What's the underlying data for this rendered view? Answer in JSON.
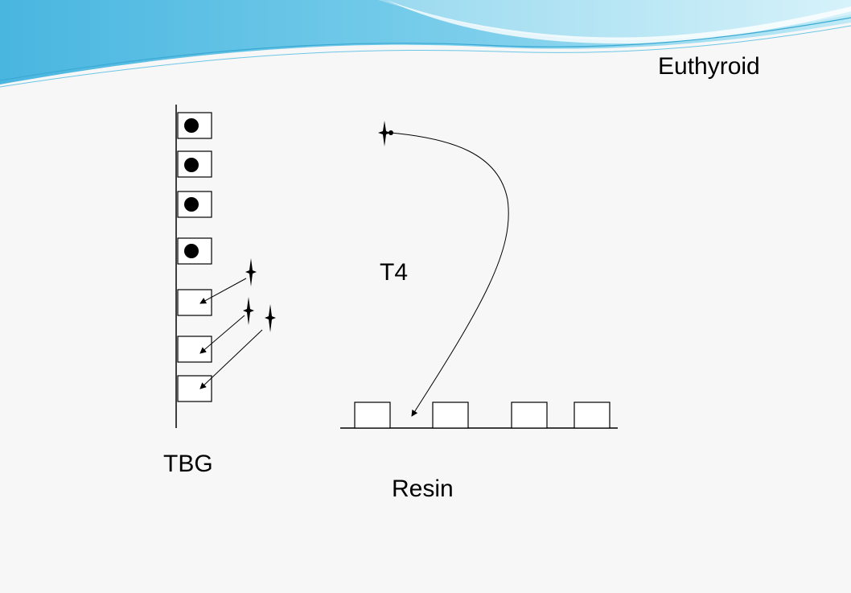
{
  "slide": {
    "title": "Euthyroid",
    "accent_colors": {
      "wave_dark": "#5bbfe3",
      "wave_light": "#a9e2f2",
      "wave_line": "#3aa9d3"
    }
  },
  "diagram": {
    "labels": {
      "t4": "T4",
      "tbg": "TBG",
      "resin": "Resin"
    },
    "tbg_sites": {
      "total": 7,
      "occupied": 4,
      "receiving_free_hormone": 3
    },
    "resin_sites": {
      "total": 4,
      "receiving_free_hormone": 1
    },
    "symbols": {
      "bound_hormone": "filled-circle",
      "free_hormone": "four-point-star"
    }
  }
}
